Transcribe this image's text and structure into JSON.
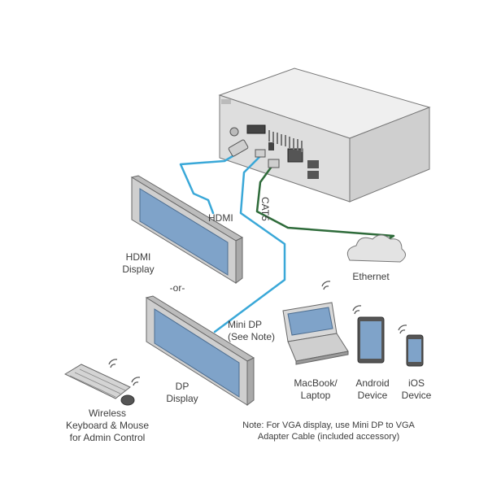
{
  "labels": {
    "hdmi_cable": "HDMI",
    "cat5_cable": "CAT5",
    "mini_dp_cable_line1": "Mini DP",
    "mini_dp_cable_line2": "(See Note)",
    "hdmi_display_line1": "HDMI",
    "hdmi_display_line2": "Display",
    "or_separator": "-or-",
    "dp_display_line1": "DP",
    "dp_display_line2": "Display",
    "ethernet": "Ethernet",
    "macbook_line1": "MacBook/",
    "macbook_line2": "Laptop",
    "android_line1": "Android",
    "android_line2": "Device",
    "ios_line1": "iOS",
    "ios_line2": "Device",
    "keyboard_line1": "Wireless",
    "keyboard_line2": "Keyboard & Mouse",
    "keyboard_line3": "for Admin Control"
  },
  "note": {
    "line1": "Note: For VGA display, use Mini DP to VGA",
    "line2": "Adapter Cable (included accessory)"
  },
  "colors": {
    "video_cable": "#3aa8d8",
    "network_cable": "#2e6b3a",
    "screen": "#7fa3c9",
    "device_body": "#dcdcdc",
    "device_outline": "#6f6f6f"
  }
}
